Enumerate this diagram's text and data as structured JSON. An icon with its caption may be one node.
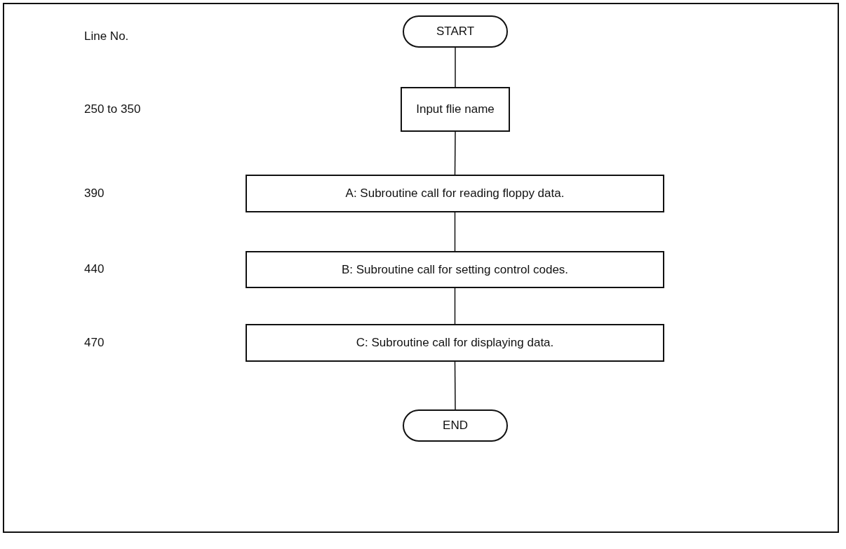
{
  "diagram": {
    "nodes": [
      {
        "text": [
          "START"
        ]
      },
      {
        "text": [
          "Input flie name"
        ]
      },
      {
        "text": [
          "A: Subroutine call for reading floppy data."
        ]
      },
      {
        "text": [
          "B: Subroutine call for setting control codes."
        ]
      },
      {
        "text": [
          "C: Subroutine call for displaying data."
        ]
      },
      {
        "text": [
          "END"
        ]
      }
    ],
    "edges": [
      {
        "from": 0,
        "to": 1,
        "arrow": "none"
      },
      {
        "from": 1,
        "to": 2,
        "arrow": "none"
      },
      {
        "from": 2,
        "to": 3,
        "arrow": "none"
      },
      {
        "from": 3,
        "to": 4,
        "arrow": "none"
      },
      {
        "from": 4,
        "to": 5,
        "arrow": "none"
      }
    ],
    "labels": [
      "Line No.",
      "250 to 350",
      "390",
      "440",
      "470"
    ]
  }
}
